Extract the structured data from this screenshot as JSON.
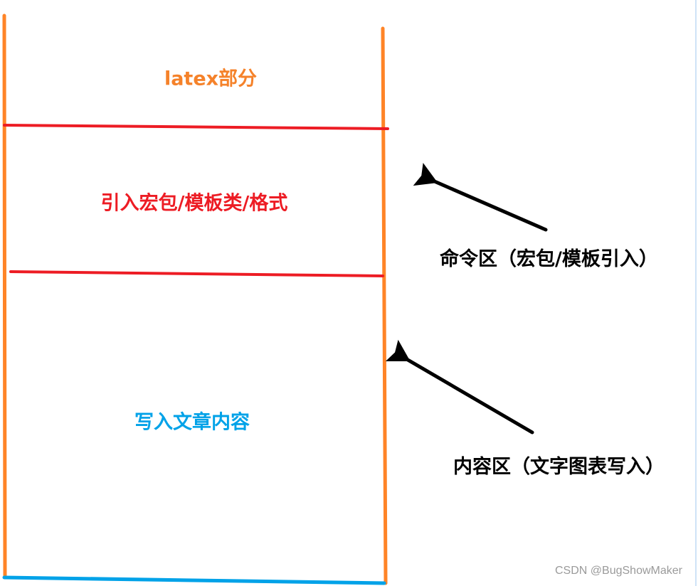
{
  "sections": {
    "latex": {
      "label": "latex部分",
      "color": "#F5822A"
    },
    "preamble": {
      "label": "引入宏包/模板类/格式",
      "color": "#ED1C24"
    },
    "content": {
      "label": "写入文章内容",
      "color": "#00A2E8"
    }
  },
  "annotations": {
    "command_area": "命令区（宏包/模板引入）",
    "content_area": "内容区（文字图表写入）"
  },
  "frame_color": "#FF8427",
  "divider_color": "#ED1C24",
  "bottom_color": "#00A2E8",
  "arrow_color": "#000000",
  "watermark": "CSDN @BugShowMaker"
}
